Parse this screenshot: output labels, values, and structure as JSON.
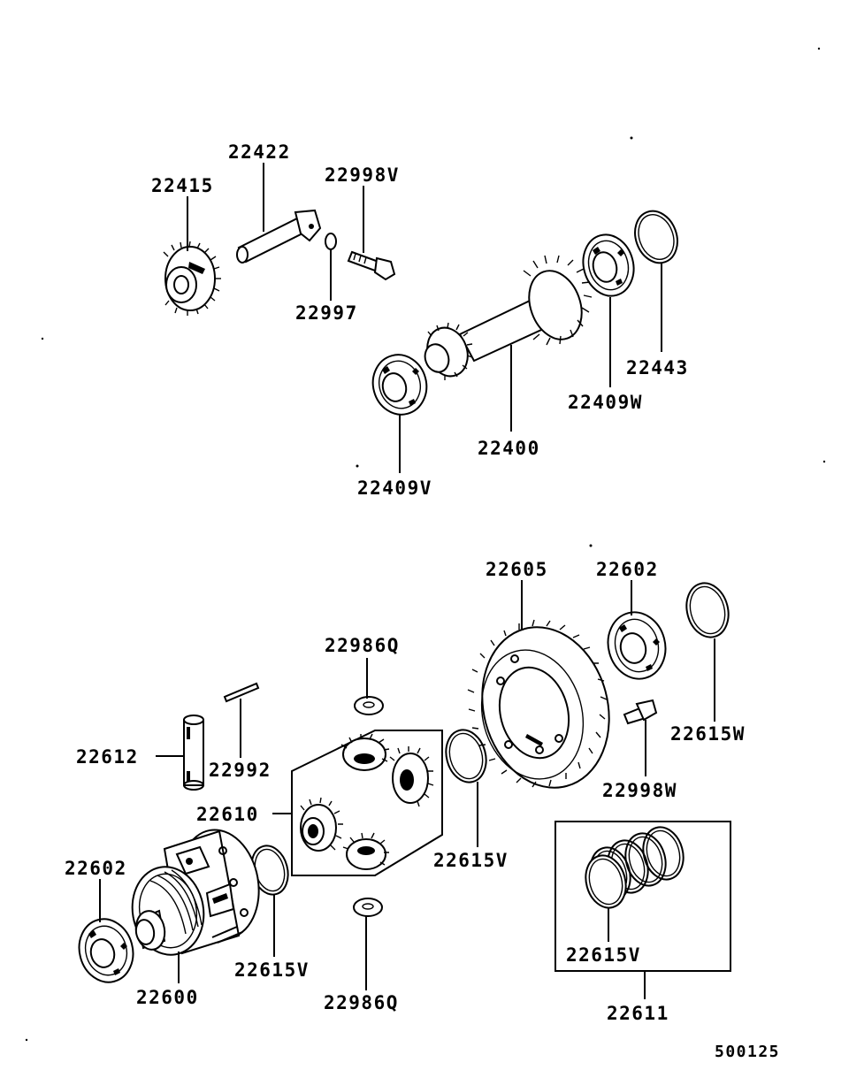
{
  "diagram": {
    "ref_code": "500125",
    "parts": {
      "p22415": "22415",
      "p22422": "22422",
      "p22998V": "22998V",
      "p22997": "22997",
      "p22443": "22443",
      "p22409W": "22409W",
      "p22400": "22400",
      "p22409V": "22409V",
      "p22605": "22605",
      "p22602_top": "22602",
      "p22986Q_top": "22986Q",
      "p22615W": "22615W",
      "p22612": "22612",
      "p22992": "22992",
      "p22998W": "22998W",
      "p22610": "22610",
      "p22615V_mid": "22615V",
      "p22602_left": "22602",
      "p22615V_left": "22615V",
      "p22600": "22600",
      "p22986Q_bot": "22986Q",
      "p22615V_box": "22615V",
      "p22611": "22611"
    }
  }
}
